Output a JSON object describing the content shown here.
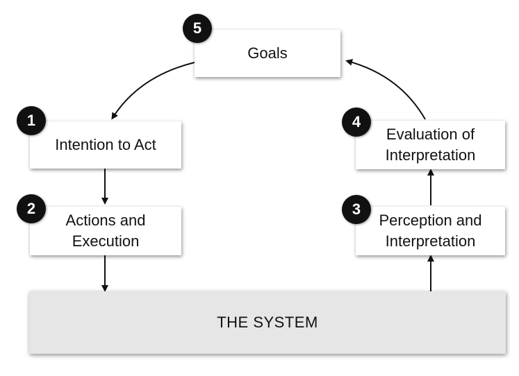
{
  "diagram": {
    "goals": {
      "number": "5",
      "label": "Goals"
    },
    "intention": {
      "number": "1",
      "label": "Intention to Act"
    },
    "actions": {
      "number": "2",
      "line1": "Actions and",
      "line2": "Execution"
    },
    "perception": {
      "number": "3",
      "line1": "Perception and",
      "line2": "Interpretation"
    },
    "evaluation": {
      "number": "4",
      "line1": "Evaluation of",
      "line2": "Interpretation"
    },
    "system": {
      "label": "THE SYSTEM"
    }
  },
  "colors": {
    "box_fill": "#ffffff",
    "system_fill": "#e6e6e6",
    "badge_fill": "#111111",
    "arrow": "#111111"
  }
}
